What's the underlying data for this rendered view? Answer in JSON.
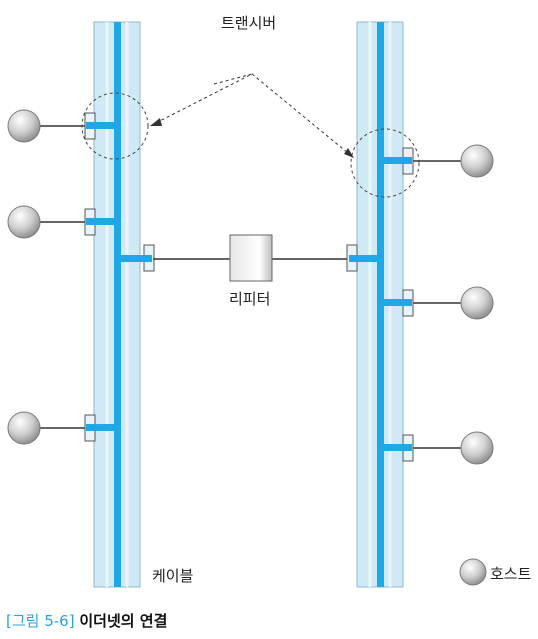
{
  "labels": {
    "transceiver": "트랜시버",
    "repeater": "리피터",
    "cable": "케이블",
    "host": "호스트"
  },
  "caption": {
    "number": "[그림 5-6]",
    "title": "이더넷의 연결"
  },
  "colors": {
    "segment_fill": "#cfe9f5",
    "core_line": "#1fa8e6",
    "host_gray": "#c8c8c8",
    "caption_accent": "#29a3dd"
  }
}
